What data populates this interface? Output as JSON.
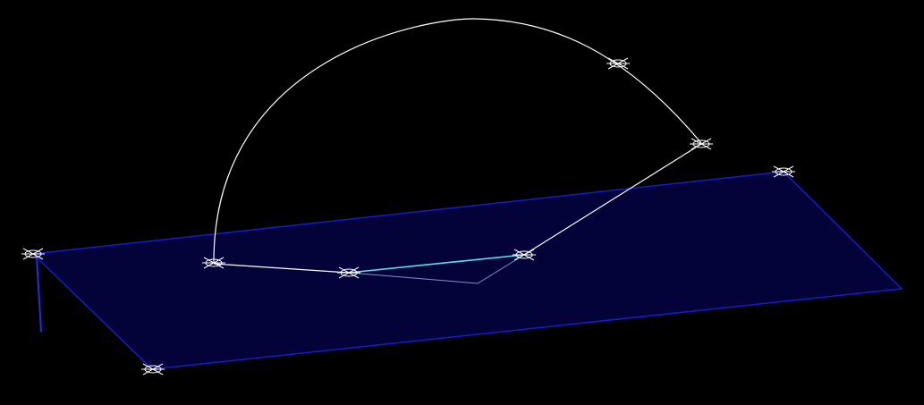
{
  "scene": {
    "background": "#000000",
    "colors": {
      "plane_fill": "#03033a",
      "plane_edge": "#1a1acc",
      "curve": "#ffffff",
      "highlight": "#5fe0f0",
      "shadow": "#8a8ad0",
      "marker": "#ffffff"
    },
    "elements": {
      "work_plane": "workplane",
      "arc": "arc-curve",
      "polyline": "polyline",
      "highlighted_segment": "selected-segment",
      "shadow_line": "projection-shadow",
      "vertical_edge": "axis-edge"
    },
    "marker_icon": "crosshair-snap-marker"
  }
}
